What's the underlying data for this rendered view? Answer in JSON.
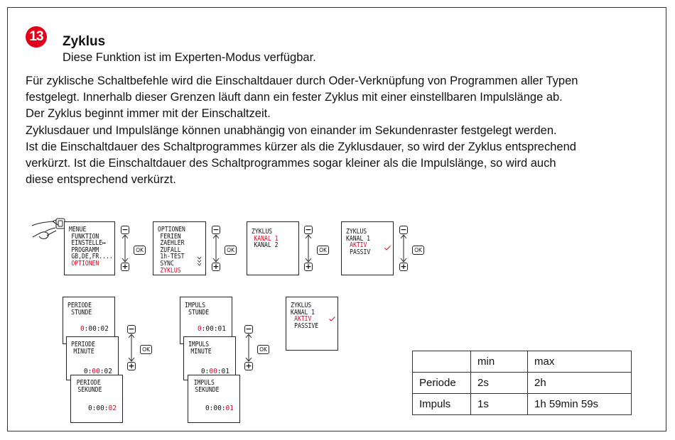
{
  "section": {
    "number": "13",
    "title": "Zyklus",
    "subtitle": "Diese Funktion ist im Experten-Modus verfügbar.",
    "paragraphs": [
      "Für zyklische Schaltbefehle wird die Einschaltdauer durch Oder-Verknüpfung von Programmen aller Typen",
      "festgelegt. Innerhalb dieser Grenzen läuft dann ein fester Zyklus mit einer einstellbaren Impulslänge ab.",
      "Der Zyklus beginnt immer mit der  Einschaltzeit.",
      "Zyklusdauer und Impulslänge können unabhängig von einander im Sekundenraster festgelegt werden.",
      "Ist die Einschaltdauer des Schaltprogrammes kürzer als die Zyklusdauer, so wird der Zyklus entsprechend",
      "verkürzt. Ist die Einschaltdauer des Schaltprogrammes sogar kleiner als die Impulslänge, so wird auch",
      "diese entsprechend verkürzt."
    ]
  },
  "screens": {
    "menu": [
      "MENUE",
      "FUNKTION",
      "EINSTELLE↦",
      "PROGRAMM",
      "GB,DE,FR....",
      "OPTIONEN"
    ],
    "options": [
      "OPTIONEN",
      "FERIEN",
      "ZAEHLER",
      "ZUFALL",
      "1h-TEST",
      "SYNC",
      "ZYKLUS"
    ],
    "zyklus_kanal": [
      "ZYKLUS",
      "KANAL 1",
      "KANAL 2"
    ],
    "zyklus_aktiv": [
      "ZYKLUS",
      "KANAL 1",
      "AKTIV",
      "PASSIV"
    ],
    "zyklus_aktiv_2": [
      "ZYKLUS",
      "KANAL 1",
      "AKTIV",
      "PASSIVE"
    ],
    "periode_stunde": {
      "line1": "PERIODE",
      "line2": "STUNDE",
      "value_hi": "0",
      "value_rest": ":00:02"
    },
    "periode_minute": {
      "line1": "PERIODE",
      "line2": "MINUTE",
      "value_pre": "0:",
      "value_hi": "00",
      "value_post": ":02"
    },
    "periode_sekunde": {
      "line1": "PERIODE",
      "line2": "SEKUNDE",
      "value_pre": "0:00:",
      "value_hi": "02"
    },
    "impuls_stunde": {
      "line1": "IMPULS",
      "line2": "STUNDE",
      "value_hi": "0",
      "value_rest": ":00:01"
    },
    "impuls_minute": {
      "line1": "IMPULS",
      "line2": "MINUTE",
      "value_pre": "0:",
      "value_hi": "00",
      "value_post": ":01"
    },
    "impuls_sekunde": {
      "line1": "IMPULS",
      "line2": "SEKUNDE",
      "value_pre": "0:00:",
      "value_hi": "01"
    },
    "ok_label": "OK",
    "minus_label": "−",
    "plus_label": "+"
  },
  "colors": {
    "accent": "#e3001b",
    "text": "#111111",
    "border": "#333333"
  },
  "limits_table": {
    "header": [
      "",
      "min",
      "max"
    ],
    "rows": [
      [
        "Periode",
        "2s",
        "2h"
      ],
      [
        "Impuls",
        "1s",
        "1h 59min 59s"
      ]
    ]
  }
}
